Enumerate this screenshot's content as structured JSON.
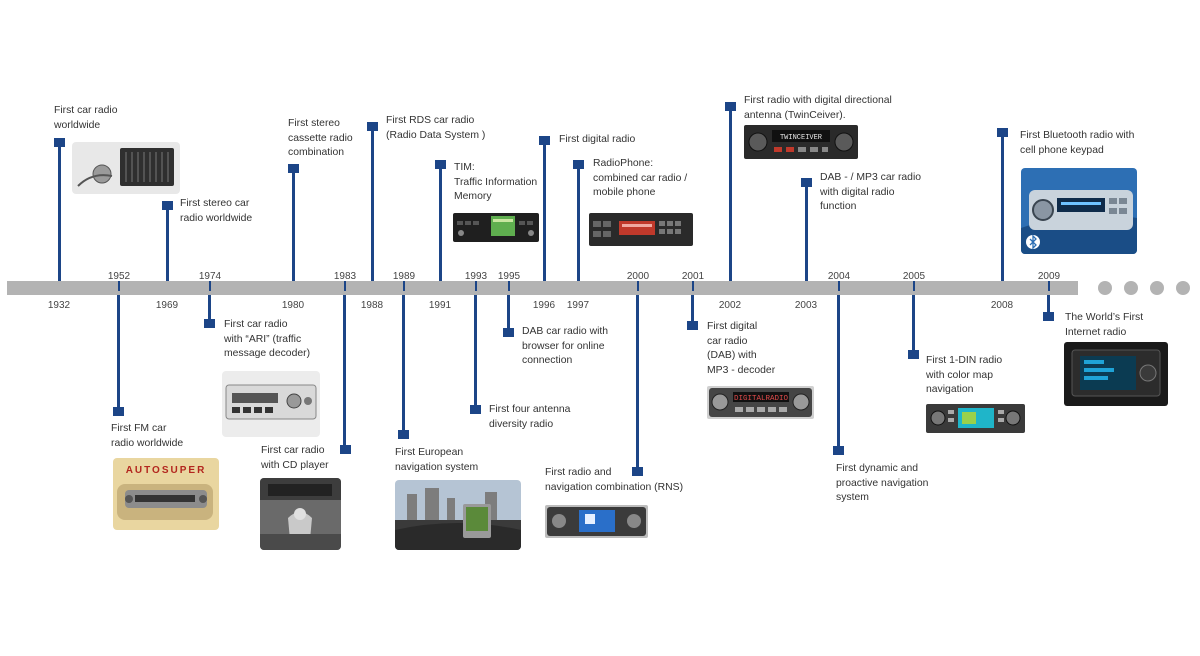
{
  "timeline": {
    "years_above": [
      "1952",
      "1974",
      "1983",
      "1989",
      "1993",
      "1995",
      "2000",
      "2001",
      "2004",
      "2005",
      "2009"
    ],
    "years_below": [
      "1932",
      "1969",
      "1980",
      "1988",
      "1991",
      "1996",
      "1997",
      "2002",
      "2003",
      "2008"
    ],
    "colors": {
      "accent": "#1c4587",
      "bar": "#b3b3b3",
      "text": "#333333"
    }
  },
  "events": {
    "e1932": {
      "year": "1932",
      "lines": [
        "First car radio",
        "worldwide"
      ]
    },
    "e1952": {
      "year": "1952",
      "lines": [
        "First FM car",
        "radio worldwide"
      ]
    },
    "e1969": {
      "year": "1969",
      "lines": [
        "First stereo car",
        "radio worldwide"
      ]
    },
    "e1974": {
      "year": "1974",
      "lines": [
        "First car radio",
        "with “ARI” (traffic",
        "message decoder)"
      ]
    },
    "e1980": {
      "year": "1980",
      "lines": [
        "First stereo",
        "cassette radio",
        "combination"
      ]
    },
    "e1983": {
      "year": "1983",
      "lines": [
        "First car radio",
        "with CD player"
      ]
    },
    "e1988": {
      "year": "1988",
      "lines": [
        "First RDS car radio",
        "(Radio Data System )"
      ]
    },
    "e1989": {
      "year": "1989",
      "lines": [
        "First European",
        "navigation system"
      ]
    },
    "e1991": {
      "year": "1991",
      "lines": [
        "TIM:",
        "Traffic Information",
        "Memory"
      ]
    },
    "e1993": {
      "year": "1993",
      "lines": [
        "First four antenna",
        "diversity radio"
      ]
    },
    "e1995": {
      "year": "1995",
      "lines": [
        "DAB car radio with",
        "browser for online",
        "connection"
      ]
    },
    "e1996": {
      "year": "1996",
      "lines": [
        "First digital radio"
      ]
    },
    "e1997": {
      "year": "1997",
      "lines": [
        "RadioPhone:",
        "combined car radio /",
        "mobile phone"
      ]
    },
    "e2000": {
      "year": "2000",
      "lines": [
        "First radio and",
        "navigation combination (RNS)"
      ]
    },
    "e2001": {
      "year": "2001",
      "lines": [
        "First digital",
        "car radio",
        "(DAB) with",
        "MP3 - decoder"
      ]
    },
    "e2002": {
      "year": "2002",
      "lines": [
        "First radio with digital directional",
        "antenna (TwinCeiver)."
      ]
    },
    "e2003": {
      "year": "2003",
      "lines": [
        "DAB - / MP3 car radio",
        "with digital radio",
        "function"
      ]
    },
    "e2004": {
      "year": "2004",
      "lines": [
        "First dynamic and",
        "proactive navigation",
        "system"
      ]
    },
    "e2005": {
      "year": "2005",
      "lines": [
        "First 1-DIN radio",
        "with color map",
        "navigation"
      ]
    },
    "e2008": {
      "year": "2008",
      "lines": [
        "First Bluetooth radio with",
        "cell phone keypad"
      ]
    },
    "e2009": {
      "year": "2009",
      "lines": [
        "The World’s First",
        "Internet radio"
      ]
    }
  },
  "images": {
    "img1952_text": "AUTOSUPER",
    "img2001_text": "DIGITALRADIO",
    "img2002_text": "TWINCEIVER",
    "icons": [
      "bluetooth-icon"
    ]
  }
}
